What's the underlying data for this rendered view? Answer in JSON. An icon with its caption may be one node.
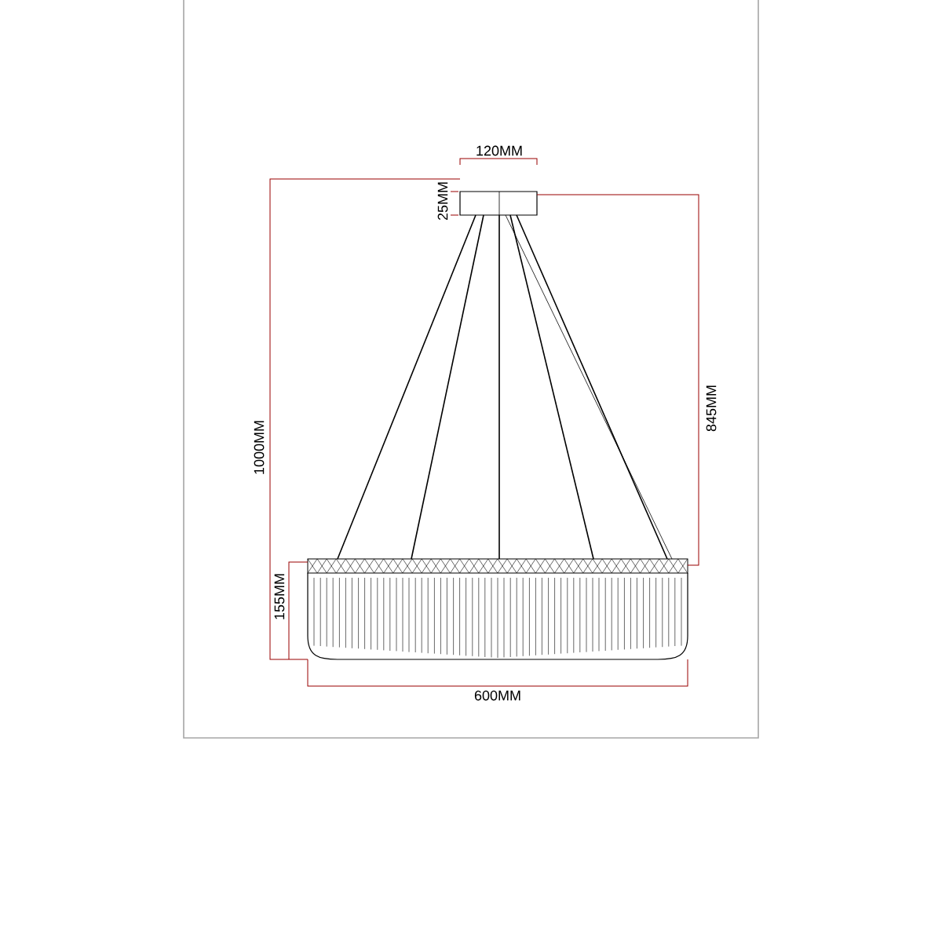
{
  "diagram": {
    "labels": [
      "120MM",
      "25MM",
      "1000MM",
      "845MM",
      "155MM",
      "600MM"
    ]
  }
}
